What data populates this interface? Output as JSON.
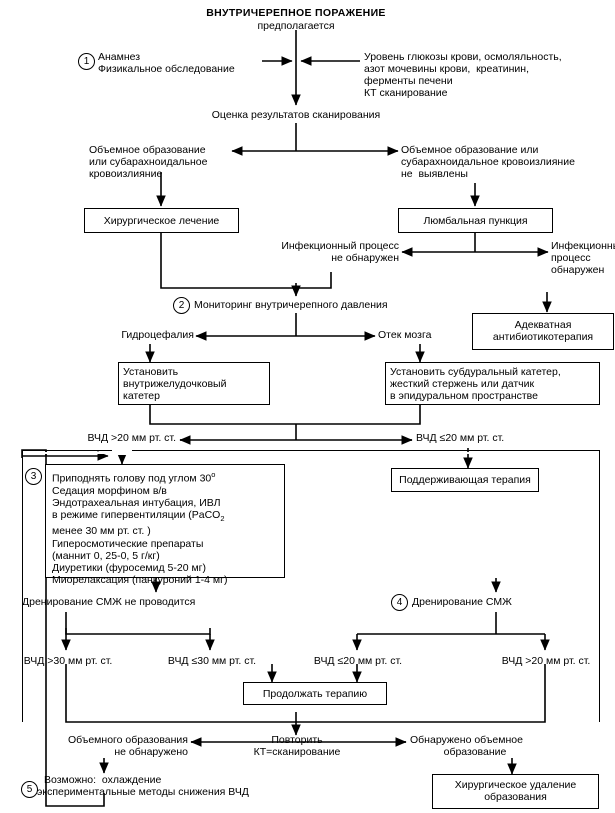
{
  "diagram": {
    "title": "ВНУТРИЧЕРЕПНОЕ ПОРАЖЕНИЕ",
    "subtitle": "предполагается",
    "language": "ru",
    "type": "clinical-algorithm-flowchart"
  },
  "markers": {
    "m1": "1",
    "m2": "2",
    "m3": "3",
    "m4": "4",
    "m5": "5"
  },
  "step1": {
    "left_line1": "Анамнез",
    "left_line2": "Физикальное обследование",
    "right_line1": "Уровень глюкозы крови, осмоляльность,",
    "right_line2": "азот мочевины крови,  креатинин,",
    "right_line3": "ферменты печени",
    "right_line4": "КТ сканирование"
  },
  "scan_eval": "Оценка результатов сканирования",
  "branch_scan": {
    "left_line1": "Объемное образование",
    "left_line2": "или субарахноидальное",
    "left_line3": "кровоизлияние",
    "right_line1": "Объемное образование или",
    "right_line2": "субарахноидальное кровоизлияние",
    "right_line3": "не  выявлены"
  },
  "boxes": {
    "surgical_treatment": "Хирургическое лечение",
    "lumbar_puncture": "Люмбальная пункция",
    "antibiotic_line1": "Адекватная",
    "antibiotic_line2": "антибиотикотерапия",
    "ventricular_catheter_line1": "Установить",
    "ventricular_catheter_line2": "внутрижелудочковый",
    "ventricular_catheter_line3": "катетер",
    "subdural_catheter_line1": "Установить субдуральный катетер,",
    "subdural_catheter_line2": "жесткий стержень или датчик",
    "subdural_catheter_line3": "в   эпидуральном пространстве",
    "supportive_therapy": "Поддерживающая терапия",
    "continue_therapy": "Продолжать терапию",
    "surgical_removal_line1": "Хирургическое удаление",
    "surgical_removal_line2": "образования"
  },
  "infection": {
    "not_found_line1": "Инфекционный процесс",
    "not_found_line2": "не обнаружен",
    "found_line1": "Инфекционный",
    "found_line2": "процесс",
    "found_line3": "обнаружен"
  },
  "icp_monitoring": "Мониторинг внутричерепного давления",
  "branch_icp": {
    "left": "Гидроцефалия",
    "right": "Отек мозга"
  },
  "icp_levels": {
    "gt20": "ВЧД >20 мм рт. ст.",
    "le20": "ВЧД ≤20 мм рт. ст.",
    "gt30_low": "ВЧД >30 мм рт. ст.",
    "le30_low": "ВЧД ≤30 мм рт. ст.",
    "le20_low": "ВЧД ≤20 мм рт. ст.",
    "gt20_low": "ВЧД >20 мм рт. ст."
  },
  "therapy_box": {
    "line1_a": "Приподнять голову под углом 30",
    "line1_sup": "о",
    "line2": "Седация морфином в/в",
    "line3": "Эндотрахеальная интубация, ИВЛ",
    "line4_a": " в режиме гипервентиляции (PaCO",
    "line4_sub": "2",
    "line5": "  менее 30 мм рт. ст. )",
    "line6": "Гиперосмотические препараты",
    "line7": " (маннит 0, 25-0, 5 г/кг)",
    "line8": "Диуретики (фуросемид 5-20 мг)",
    "line9": "Миорелаксация (панкуроний 1-4 мг)"
  },
  "drainage": {
    "no_drain": "Дренирование СМЖ не проводится",
    "drain": "Дренирование СМЖ"
  },
  "repeat": {
    "line1": "Повторить",
    "line2": "КТ=сканирование",
    "left_line1": "Объемного образования",
    "left_line2": "не обнаружено",
    "right_line1": "Обнаружено объемное",
    "right_line2": "образование"
  },
  "footnote5": {
    "line1": "Возможно:  охлаждение",
    "line2": "экспериментальные методы снижения ВЧД"
  }
}
